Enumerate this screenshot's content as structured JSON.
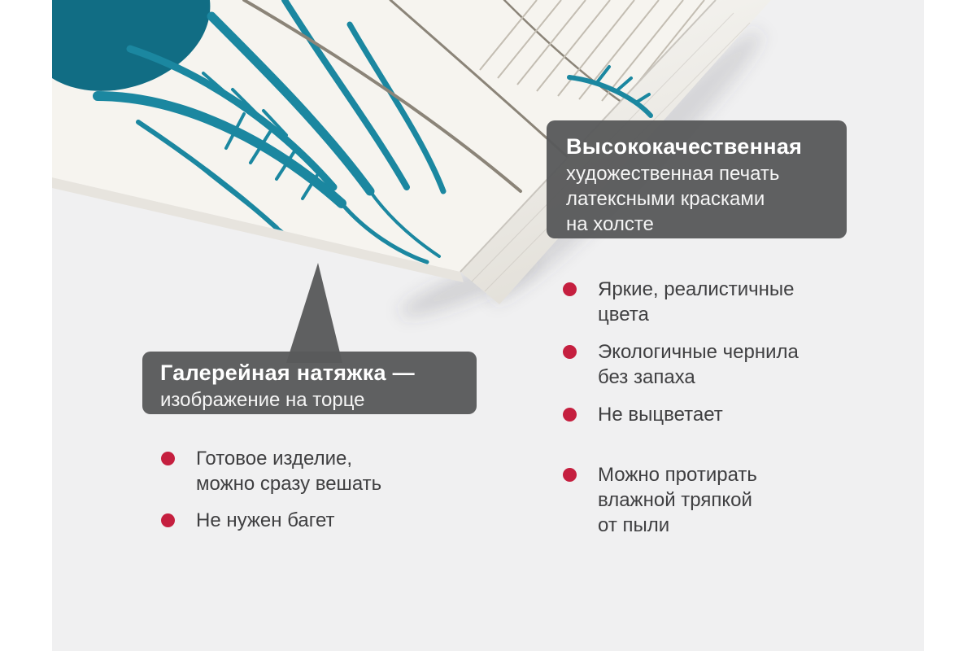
{
  "colors": {
    "background": "#ffffff",
    "panel": "#f0f0f1",
    "callout_bg": "#58595b",
    "callout_text": "#ffffff",
    "bullet_dot": "#c51f3f",
    "body_text": "#3f3f41",
    "canvas_teal": "#1b87a0"
  },
  "callout_print": {
    "title": "Высококачественная",
    "lines": [
      "художественная печать",
      "латексными красками",
      "на холсте"
    ]
  },
  "callout_stretch": {
    "title": "Галерейная натяжка —",
    "lines": [
      "изображение на торце"
    ]
  },
  "features_left": [
    {
      "lines": [
        "Готовое изделие,",
        "можно сразу вешать"
      ]
    },
    {
      "lines": [
        "Не нужен багет"
      ]
    }
  ],
  "features_right": [
    {
      "lines": [
        "Яркие, реалистичные",
        "цвета"
      ]
    },
    {
      "lines": [
        "Экологичные чернила",
        "без запаха"
      ]
    },
    {
      "lines": [
        "Не выцветает"
      ]
    },
    {
      "lines": [
        "Можно протирать",
        "влажной тряпкой",
        "от пыли"
      ]
    }
  ]
}
